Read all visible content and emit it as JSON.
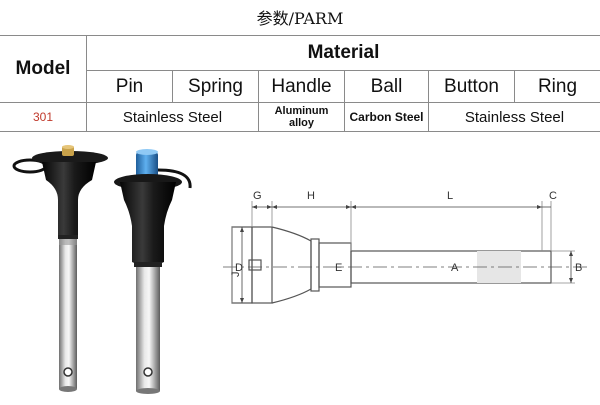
{
  "title": "参数/PARM",
  "table": {
    "model_header": "Model",
    "material_header": "Material",
    "components": [
      "Pin",
      "Spring",
      "Handle",
      "Ball",
      "Button",
      "Ring"
    ],
    "row": {
      "model": "301",
      "pin_spring": "Stainless Steel",
      "handle_line1": "Aluminum",
      "handle_line2": "alloy",
      "ball": "Carbon Steel",
      "button_ring": "Stainless Steel"
    }
  },
  "photo": {
    "description_icons": [
      "ball-lock-pin-brass-button-icon",
      "ball-lock-pin-blue-button-icon"
    ]
  },
  "drawing": {
    "labels": {
      "G": "G",
      "H": "H",
      "L": "L",
      "C": "C",
      "J": "J",
      "D": "D",
      "E": "E",
      "A": "A",
      "B": "B"
    }
  },
  "colors": {
    "model_value": "#c0392b",
    "blue_button": "#3b8fd6",
    "brass_button": "#c9a24a",
    "handle_black": "#101010"
  }
}
